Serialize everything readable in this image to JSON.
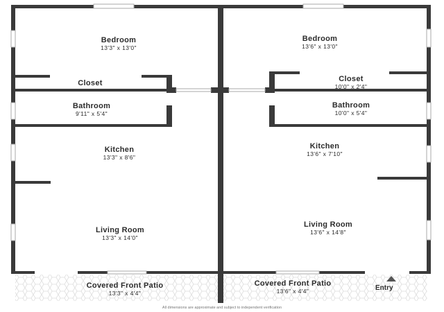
{
  "units": [
    {
      "bedroom": {
        "name": "Bedroom",
        "dim": "13'3\" x 13'0\""
      },
      "closet": {
        "name": "Closet",
        "dim": ""
      },
      "bathroom": {
        "name": "Bathroom",
        "dim": "9'11\" x 5'4\""
      },
      "kitchen": {
        "name": "Kitchen",
        "dim": "13'3\" x 8'6\""
      },
      "living": {
        "name": "Living Room",
        "dim": "13'3\" x 14'0\""
      },
      "patio": {
        "name": "Covered Front Patio",
        "dim": "13'3\" x 4'4\""
      }
    },
    {
      "bedroom": {
        "name": "Bedroom",
        "dim": "13'6\" x 13'0\""
      },
      "closet": {
        "name": "Closet",
        "dim": "10'0\" x 2'4\""
      },
      "bathroom": {
        "name": "Bathroom",
        "dim": "10'0\" x 5'4\""
      },
      "kitchen": {
        "name": "Kitchen",
        "dim": "13'6\" x 7'10\""
      },
      "living": {
        "name": "Living Room",
        "dim": "13'6\" x 14'8\""
      },
      "patio": {
        "name": "Covered Front Patio",
        "dim": "13'6\" x 4'4\""
      }
    }
  ],
  "entry_label": "Entry",
  "disclaimer": "All dimensions are approximate and subject to independent verification",
  "colors": {
    "wall": "#3a3a3a",
    "window": "#c9c9c9",
    "patio_pattern": "#dddddd",
    "text": "#2b2b2b"
  }
}
